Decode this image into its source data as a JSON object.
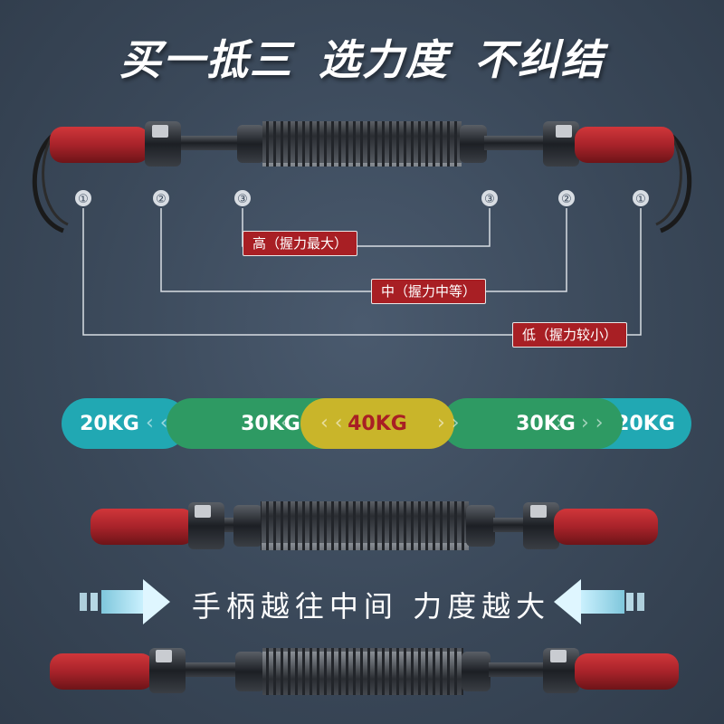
{
  "headline": {
    "part1": "买一抵三",
    "part2": "选力度",
    "part3": "不纠结"
  },
  "markers": {
    "left": [
      "①",
      "②",
      "③"
    ],
    "right": [
      "③",
      "②",
      "①"
    ]
  },
  "levels": {
    "high": "高（握力最大）",
    "mid": "中（握力中等）",
    "low": "低（握力较小）"
  },
  "intensity_bar": {
    "segments": [
      "20KG",
      "30KG",
      "40KG",
      "30KG",
      "20KG"
    ],
    "colors": [
      "#21a8b3",
      "#2e9a63",
      "#c9b52a",
      "#2e9a63",
      "#21a8b3"
    ],
    "center_text_color": "#a81f24"
  },
  "slogan": "手柄越往中间 力度越大",
  "colors": {
    "background": "#3b4a5c",
    "grip_red": "#b3262b",
    "arrow": "#9fdcf0"
  }
}
